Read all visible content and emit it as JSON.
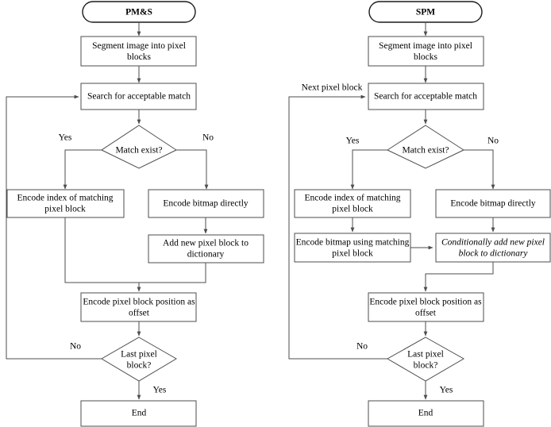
{
  "figure": {
    "kind": "flowchart-comparison",
    "background_color": "#ffffff",
    "line_color": "#4d4d4d",
    "text_color": "#000000"
  },
  "left_chart": {
    "title": "PM&S",
    "nodes": {
      "start": "PM&S",
      "segment": "Segment image into pixel blocks",
      "search": "Search for acceptable match",
      "decision_match": "Match exist?",
      "encode_index_l1": "Encode index of matching",
      "encode_index_l2": "pixel block",
      "encode_bitmap": "Encode bitmap directly",
      "add_block_l1": "Add new pixel block to",
      "add_block_l2": "dictionary",
      "encode_offset_l1": "Encode pixel block position as",
      "encode_offset_l2": "offset",
      "decision_last_l1": "Last pixel",
      "decision_last_l2": "block?",
      "end": "End"
    },
    "edge_labels": {
      "match_yes": "Yes",
      "match_no": "No",
      "last_no": "No",
      "last_yes": "Yes"
    }
  },
  "right_chart": {
    "title": "SPM",
    "nodes": {
      "start": "SPM",
      "segment": "Segment image into pixel blocks",
      "search": "Search for acceptable match",
      "decision_match": "Match exist?",
      "encode_index_l1": "Encode index of matching",
      "encode_index_l2": "pixel block",
      "encode_bitmap": "Encode bitmap directly",
      "encode_using_l1": "Encode bitmap using matching",
      "encode_using_l2": "pixel block",
      "cond_add_l1": "Conditionally add new pixel",
      "cond_add_l2": "block to dictionary",
      "encode_offset_l1": "Encode pixel block position as",
      "encode_offset_l2": "offset",
      "decision_last_l1": "Last pixel",
      "decision_last_l2": "block?",
      "end": "End"
    },
    "edge_labels": {
      "next_block": "Next pixel block",
      "match_yes": "Yes",
      "match_no": "No",
      "last_no": "No",
      "last_yes": "Yes"
    }
  }
}
